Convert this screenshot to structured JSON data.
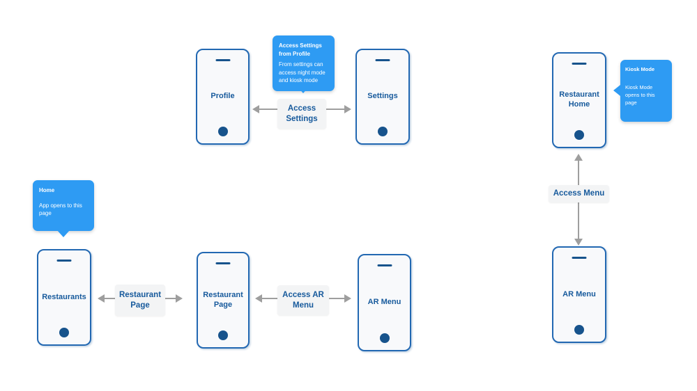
{
  "diagram": {
    "colors": {
      "canvas_bg": "#ffffff",
      "callout_bg": "#2e9bf3",
      "callout_text": "#ffffff",
      "phone_border": "#2268b2",
      "phone_bg": "#f8f9fb",
      "phone_accent": "#17538c",
      "phone_label": "#175a9c",
      "label_bg": "#f3f4f5",
      "label_text": "#175a9c",
      "arrow": "#9e9e9e"
    },
    "phones": [
      {
        "id": "profile",
        "label": "Profile"
      },
      {
        "id": "settings",
        "label": "Settings"
      },
      {
        "id": "restaurant-home",
        "label": "Restaurant Home"
      },
      {
        "id": "restaurants",
        "label": "Restaurants"
      },
      {
        "id": "restaurant-page",
        "label": "Restaurant Page"
      },
      {
        "id": "ar-menu-bottom",
        "label": "AR Menu"
      },
      {
        "id": "ar-menu-right",
        "label": "AR Menu"
      }
    ],
    "connectors": [
      {
        "id": "access-settings",
        "label": "Access Settings"
      },
      {
        "id": "restaurant-page",
        "label": "Restaurant Page"
      },
      {
        "id": "access-ar-menu",
        "label": "Access AR Menu"
      },
      {
        "id": "access-menu",
        "label": "Access Menu"
      }
    ],
    "callouts": [
      {
        "id": "access-settings-from-profile",
        "title": "Access Settings from Profile",
        "body": "From settings can access night mode and kiosk mode"
      },
      {
        "id": "home",
        "title": "Home",
        "body": "App opens to this page"
      },
      {
        "id": "kiosk-mode",
        "title": "Kiosk Mode",
        "body": "Kiosk Mode opens to this page"
      }
    ]
  }
}
